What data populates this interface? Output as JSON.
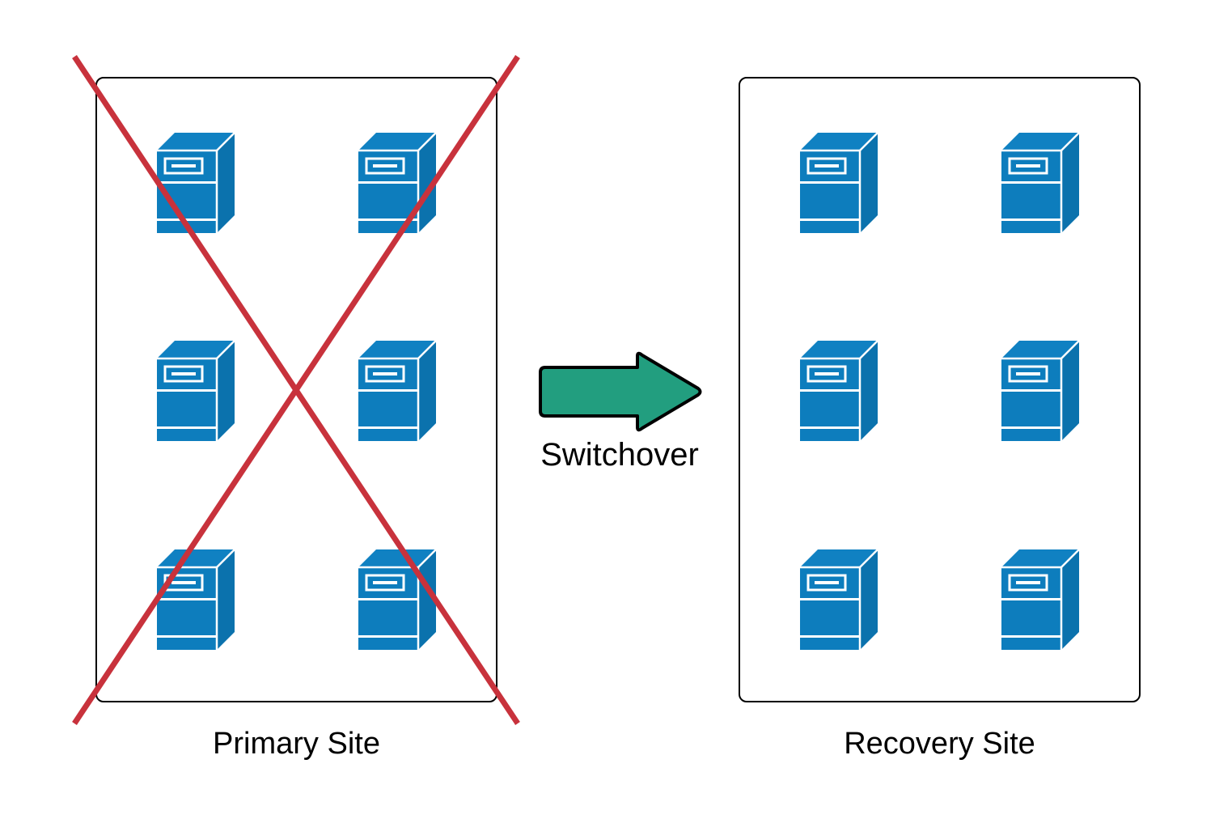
{
  "diagram": {
    "type": "disaster-recovery-switchover",
    "background_color": "#ffffff",
    "sites": [
      {
        "id": "primary",
        "label": "Primary Site",
        "status": "failed",
        "crossed_out": true,
        "server_count": 6,
        "grid_rows": 3,
        "grid_columns": 2,
        "box_border_color": "#000000",
        "servers": [
          {
            "name": "server",
            "row": 1,
            "column": 1
          },
          {
            "name": "server",
            "row": 1,
            "column": 2
          },
          {
            "name": "server",
            "row": 2,
            "column": 1
          },
          {
            "name": "server",
            "row": 2,
            "column": 2
          },
          {
            "name": "server",
            "row": 3,
            "column": 1
          },
          {
            "name": "server",
            "row": 3,
            "column": 2
          }
        ]
      },
      {
        "id": "recovery",
        "label": "Recovery Site",
        "status": "active",
        "crossed_out": false,
        "server_count": 6,
        "grid_rows": 3,
        "grid_columns": 2,
        "box_border_color": "#000000",
        "servers": [
          {
            "name": "server",
            "row": 1,
            "column": 1
          },
          {
            "name": "server",
            "row": 1,
            "column": 2
          },
          {
            "name": "server",
            "row": 2,
            "column": 1
          },
          {
            "name": "server",
            "row": 2,
            "column": 2
          },
          {
            "name": "server",
            "row": 3,
            "column": 1
          },
          {
            "name": "server",
            "row": 3,
            "column": 2
          }
        ]
      }
    ],
    "transition": {
      "label": "Switchover",
      "direction": "left-to-right",
      "from": "primary",
      "to": "recovery",
      "arrow_fill_color": "#229e7f",
      "arrow_stroke_color": "#000000"
    },
    "failure_marker": {
      "name": "red-cross-out",
      "color": "#c8323c",
      "stroke_width": 7
    },
    "colors": {
      "server_front": "#0d7dbd",
      "server_top": "#1081c2",
      "server_side": "#0b72ad",
      "server_detail": "#ffffff",
      "arrow_fill": "#229e7f",
      "cross_red": "#c8323c",
      "outline_black": "#000000"
    }
  }
}
